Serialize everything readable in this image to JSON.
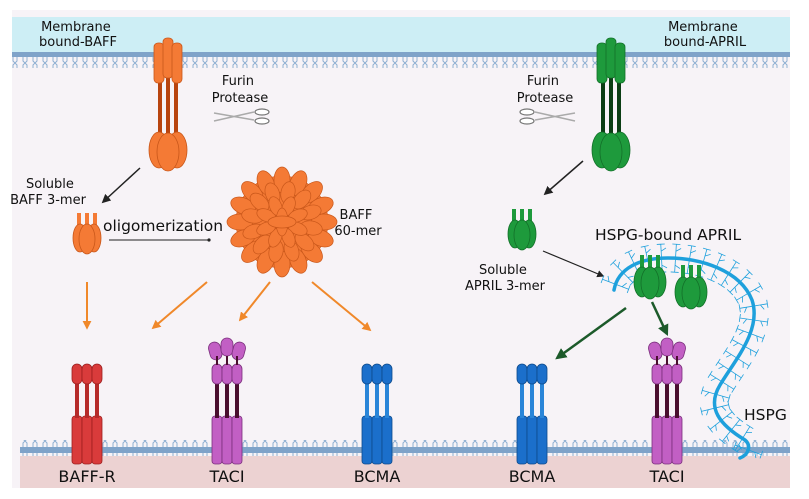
{
  "labels": {
    "membrane_baff": [
      "Membrane",
      "bound-BAFF"
    ],
    "membrane_april": [
      "Membrane",
      "bound-APRIL"
    ],
    "furin_left": [
      "Furin",
      "Protease"
    ],
    "furin_right": [
      "Furin",
      "Protease"
    ],
    "soluble_baff": [
      "Soluble",
      "BAFF 3-mer"
    ],
    "oligomerization": "oligomerization",
    "baff_60mer": [
      "BAFF",
      "60-mer"
    ],
    "soluble_april": [
      "Soluble",
      "APRIL 3-mer"
    ],
    "hspg_bound_april": "HSPG-bound APRIL",
    "hspg": "HSPG"
  },
  "receptors": [
    {
      "name": "BAFF-R",
      "kind": "baffr"
    },
    {
      "name": "TACI",
      "kind": "taci"
    },
    {
      "name": "BCMA",
      "kind": "bcma"
    },
    {
      "name": "BCMA",
      "kind": "bcma"
    },
    {
      "name": "TACI",
      "kind": "taci"
    }
  ],
  "colors": {
    "background": "#f7f3f7",
    "extracellular_top": "#cdeef5",
    "cytoplasm": "#ecd2d2",
    "membrane": "#7fa3c9",
    "baff": "#f47a35",
    "baff_dark": "#b8440f",
    "april": "#1e9a3c",
    "april_dark": "#0b3d14",
    "baffr": "#d93b3b",
    "taci": "#c25fc4",
    "taci_dark": "#4a0e2e",
    "bcma": "#1b6fcb",
    "hspg": "#1ea0dc",
    "arrow_orange": "#f0882a",
    "arrow_green": "#1c5a2a",
    "arrow_black": "#222222"
  }
}
